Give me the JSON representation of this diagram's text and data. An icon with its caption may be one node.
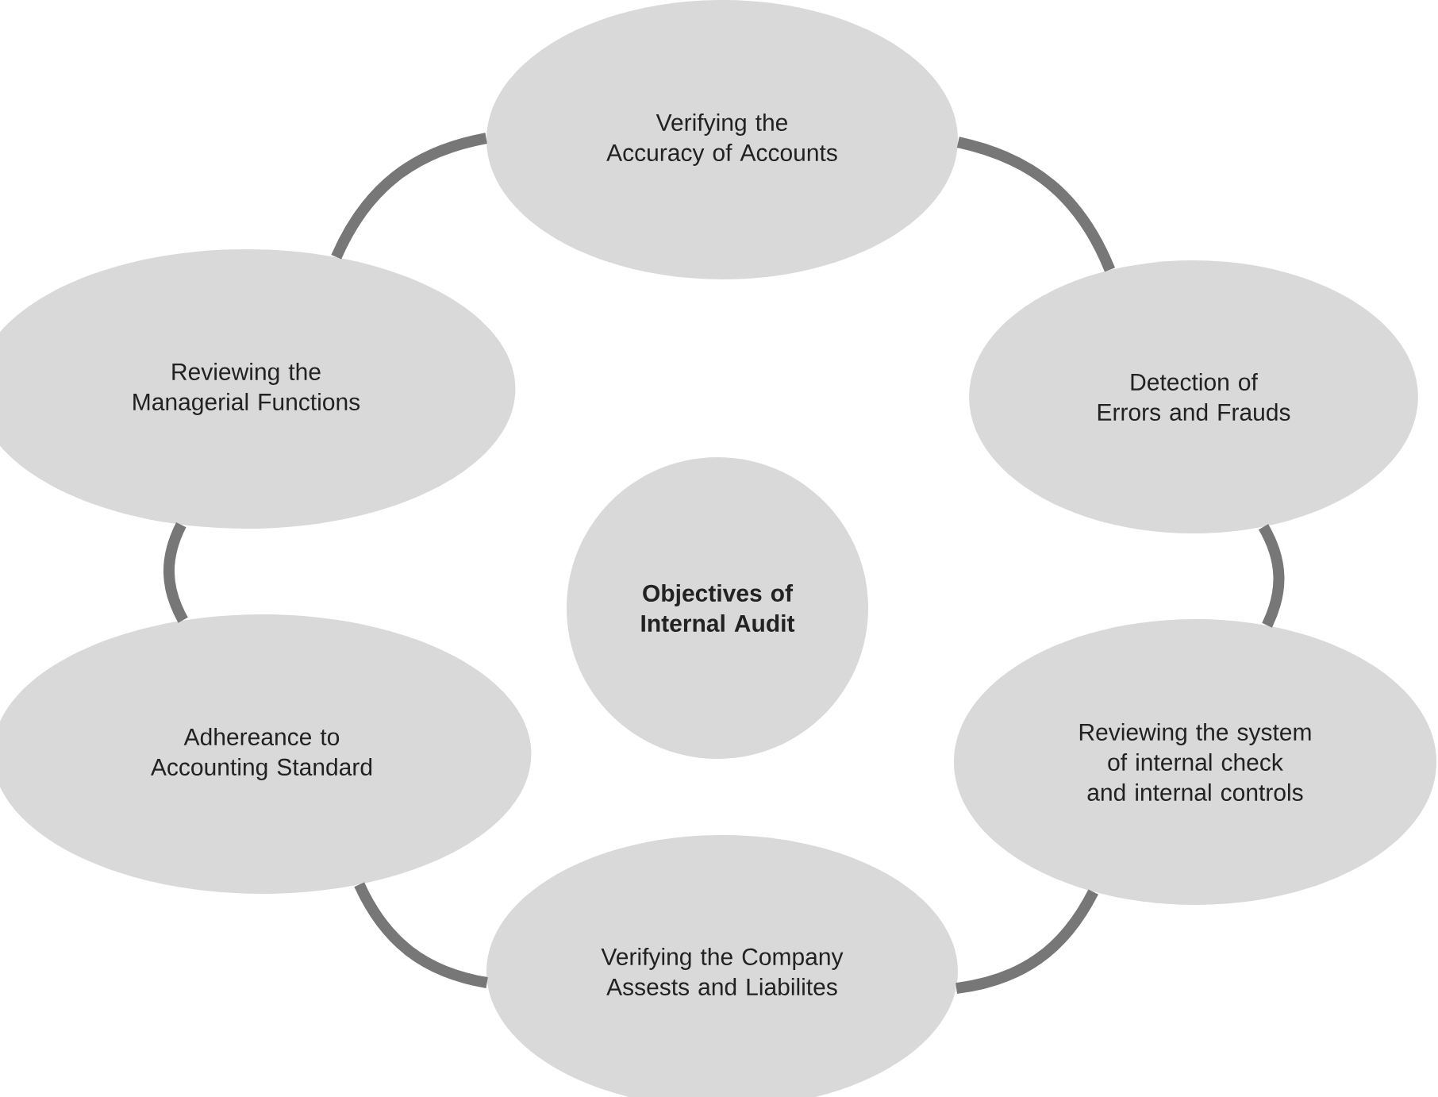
{
  "diagram": {
    "nodes": [
      {
        "text": [
          "Objectives of Internal Audit"
        ]
      },
      {
        "text": [
          "Verifying the Accuracy of Accounts"
        ]
      },
      {
        "text": [
          "Detection of Errors and Frauds"
        ]
      },
      {
        "text": [
          "Reviewing the system of internal check and internal controls"
        ]
      },
      {
        "text": [
          "Verifying the Company Assests and Liabilites"
        ]
      },
      {
        "text": [
          "Adhereance to Accounting Standard"
        ]
      },
      {
        "text": [
          "Reviewing the Managerial Functions"
        ]
      }
    ],
    "edges": [
      {
        "from": 1,
        "to": 2,
        "arrow": "none"
      },
      {
        "from": 2,
        "to": 3,
        "arrow": "none"
      },
      {
        "from": 3,
        "to": 4,
        "arrow": "none"
      },
      {
        "from": 4,
        "to": 5,
        "arrow": "none"
      },
      {
        "from": 5,
        "to": 6,
        "arrow": "none"
      },
      {
        "from": 6,
        "to": 1,
        "arrow": "none"
      }
    ]
  }
}
